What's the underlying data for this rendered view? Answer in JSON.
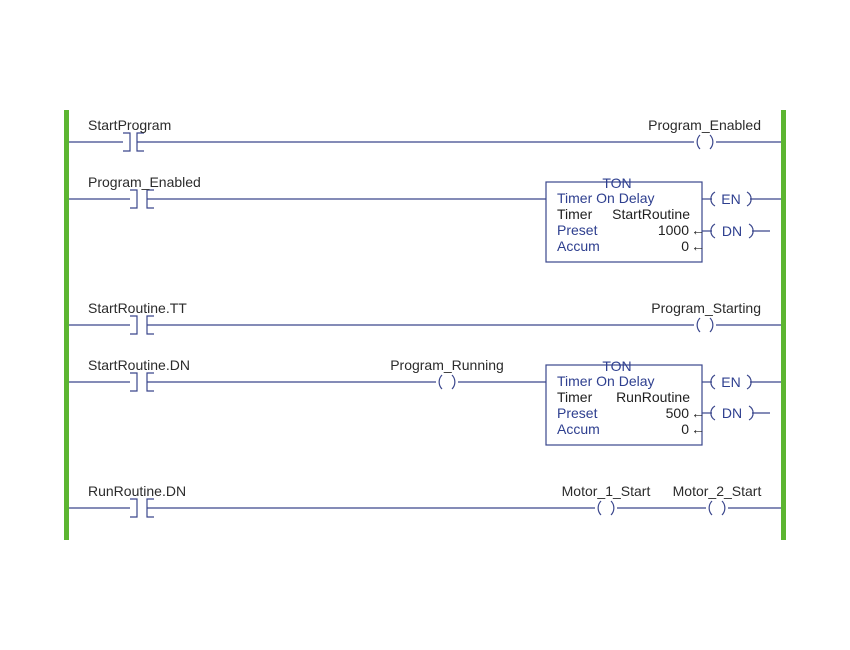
{
  "colors": {
    "rail": "#5cb531",
    "wire": "#3a468c",
    "block_text": "#2e3f8f"
  },
  "rungs": [
    {
      "contact_label": "StartProgram",
      "coils": [
        {
          "label": "Program_Enabled"
        }
      ]
    },
    {
      "contact_label": "Program_Enabled",
      "timer": {
        "type": "TON",
        "title": "Timer On Delay",
        "timer_label": "Timer",
        "timer_value": "StartRoutine",
        "preset_label": "Preset",
        "preset_value": "1000",
        "accum_label": "Accum",
        "accum_value": "0",
        "en": "EN",
        "dn": "DN",
        "arrow": "←"
      }
    },
    {
      "contact_label": "StartRoutine.TT",
      "coils": [
        {
          "label": "Program_Starting"
        }
      ]
    },
    {
      "contact_label": "StartRoutine.DN",
      "mid_coil_label": "Program_Running",
      "timer": {
        "type": "TON",
        "title": "Timer On Delay",
        "timer_label": "Timer",
        "timer_value": "RunRoutine",
        "preset_label": "Preset",
        "preset_value": "500",
        "accum_label": "Accum",
        "accum_value": "0",
        "en": "EN",
        "dn": "DN",
        "arrow": "←"
      }
    },
    {
      "contact_label": "RunRoutine.DN",
      "coils": [
        {
          "label": "Motor_1_Start"
        },
        {
          "label": "Motor_2_Start"
        }
      ]
    }
  ]
}
